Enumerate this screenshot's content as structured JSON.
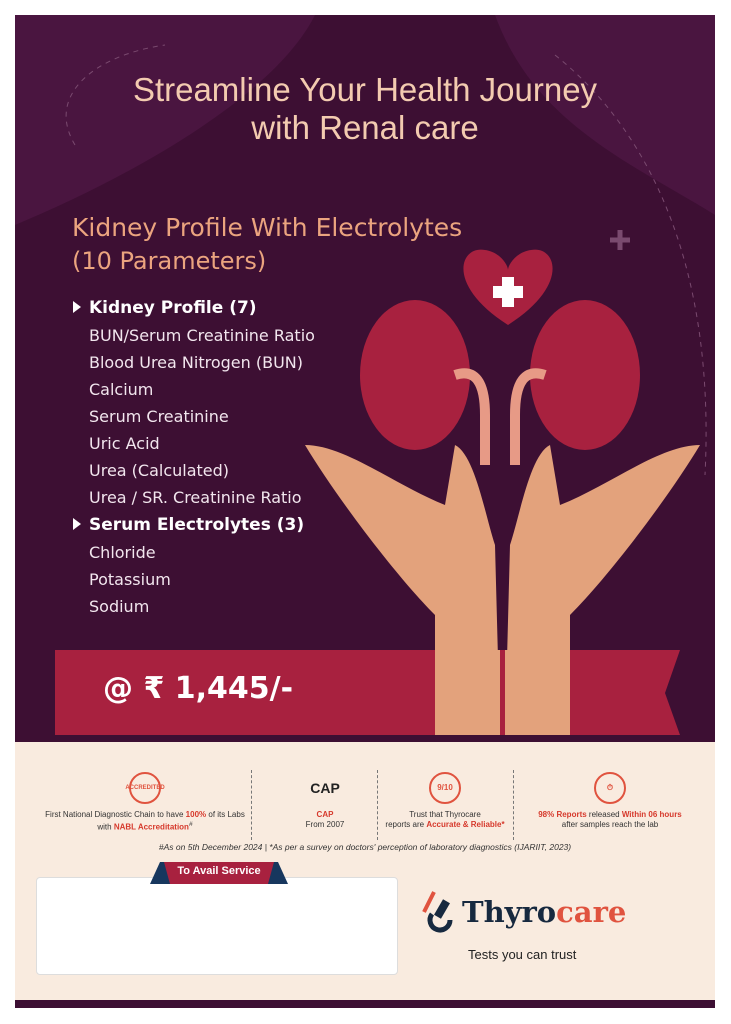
{
  "title_line1": "Streamline Your Health Journey",
  "title_line2": "with Renal care",
  "profile": {
    "name": "Kidney Profile With Electrolytes",
    "params": "(10 Parameters)"
  },
  "groups": [
    {
      "header": "Kidney Profile (7)",
      "items": [
        "BUN/Serum Creatinine Ratio",
        "Blood Urea Nitrogen (BUN)",
        "Calcium",
        "Serum Creatinine",
        "Uric Acid",
        "Urea (Calculated)",
        "Urea / SR. Creatinine Ratio"
      ]
    },
    {
      "header": "Serum Electrolytes (3)",
      "items": [
        "Chloride",
        "Potassium",
        "Sodium"
      ]
    }
  ],
  "price": "@ ₹ 1,445/-",
  "badges": [
    {
      "icon": "ACCREDITED",
      "pre": "First National Diagnostic Chain to have ",
      "hl1": "100%",
      "mid": " of its Labs with ",
      "hl2": "NABL Accreditation",
      "post": "#"
    },
    {
      "icon": "CAP",
      "line1": "CAP",
      "line2": "From 2007"
    },
    {
      "icon": "9/10",
      "line1": "Trust that Thyrocare",
      "pre": "reports are ",
      "hl": "Accurate & Reliable*"
    },
    {
      "icon": "clock",
      "hl1": "98% Reports",
      "mid": " released ",
      "hl2": "Within 06 hours",
      "line2": "after samples reach the lab"
    }
  ],
  "footnote": "#As on 5th December 2024   |   *As per a survey on doctors' perception of laboratory diagnostics (IJARIIT, 2023)",
  "avail_label": "To Avail Service",
  "brand": {
    "part1": "Thyro",
    "part2": "care",
    "tagline": "Tests you can trust"
  },
  "colors": {
    "bg": "#3d0f33",
    "accent": "#a8213f",
    "peach": "#e3a27c",
    "cream": "#f9ebdf"
  }
}
